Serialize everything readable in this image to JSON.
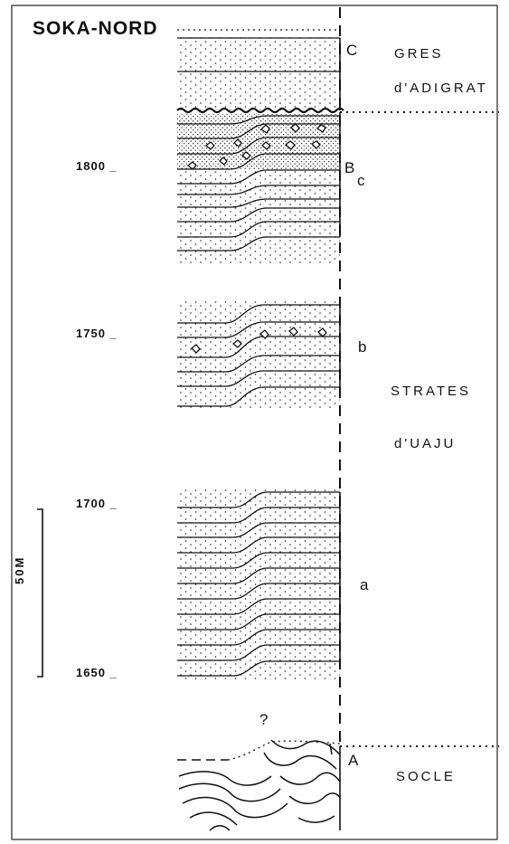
{
  "title": "SOKA-NORD",
  "units": {
    "gres_line1": "GRES",
    "gres_line2": "d'ADIGRAT",
    "strates_line1": "STRATES",
    "strates_line2": "d'UAJU",
    "socle": "SOCLE"
  },
  "unit_letters": {
    "C": "C",
    "B": "B",
    "c": "c",
    "b": "b",
    "a": "a",
    "A": "A",
    "question": "?"
  },
  "elevations": [
    "1800 _",
    "1750 _",
    "1700 _",
    "1650 _"
  ],
  "scale_label": "50M"
}
